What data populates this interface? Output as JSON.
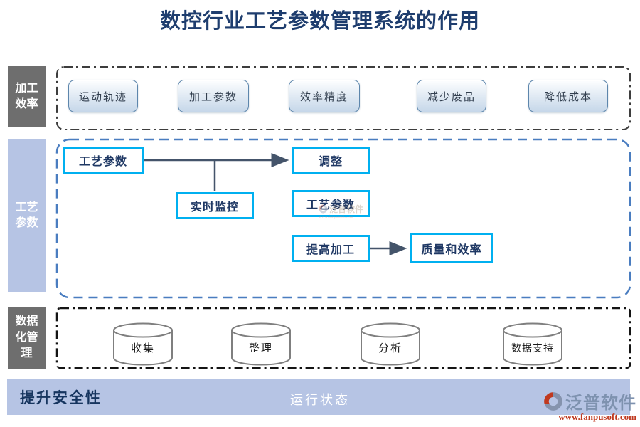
{
  "title": "数控行业工艺参数管理系统的作用",
  "sidebar": {
    "items": [
      {
        "label": "加工效率"
      },
      {
        "label": "工艺参数"
      },
      {
        "label": "数据化管理"
      }
    ]
  },
  "row_efficiency": {
    "buttons": [
      "运动轨迹",
      "加工参数",
      "效率精度",
      "减少废品",
      "降低成本"
    ]
  },
  "row_process": {
    "param_source": "工艺参数",
    "monitor": "实时监控",
    "adjust": "调整",
    "param_second": "工艺参数",
    "improve": "提高加工",
    "quality": "质量和效率"
  },
  "row_data": {
    "cylinders": [
      "收集",
      "整理",
      "分析",
      "数据支持"
    ]
  },
  "footer": {
    "left_label": "提升安全性",
    "center_label": "运行状态"
  },
  "brand": {
    "name": "泛普软件",
    "url": "www.fanpusoft.com"
  },
  "colors": {
    "accent_cyan": "#00b0f0",
    "navy": "#1f3864",
    "sidebar_gray": "#6e6e6e",
    "lavender": "#b6c4e4",
    "arrow": "#44546a",
    "brand_blue": "#7e92af",
    "brand_red": "#c0391f"
  }
}
